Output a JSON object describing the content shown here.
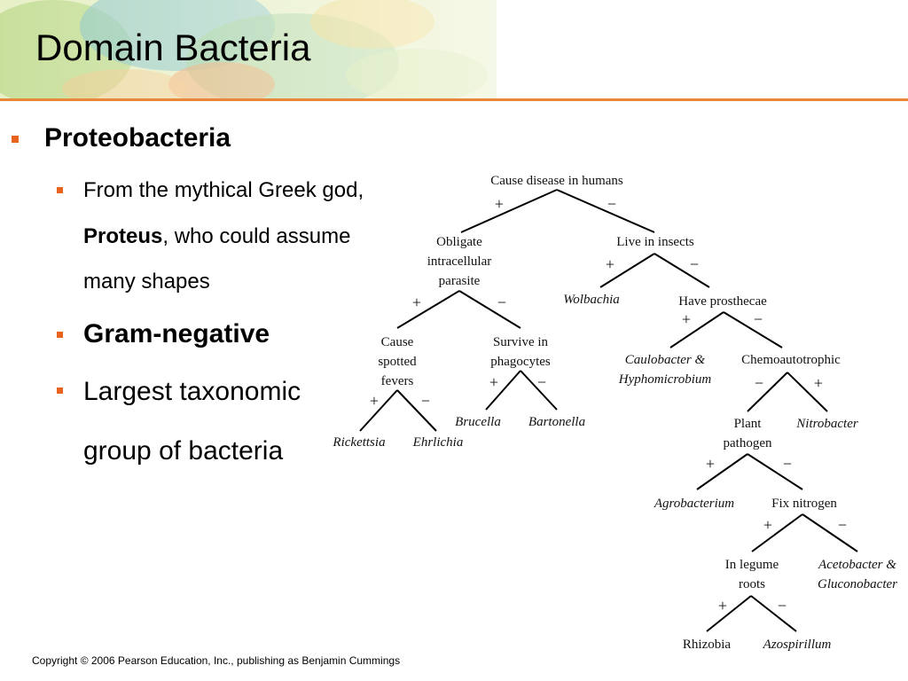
{
  "slide": {
    "title": "Domain Bacteria",
    "footer": "Copyright © 2006 Pearson Education, Inc., publishing as Benjamin Cummings"
  },
  "bullets": {
    "b1": "Proteobacteria",
    "b2_line1": "From the mythical Greek god,",
    "b2_bold": "Proteus",
    "b2_rest": ", who could assume",
    "b2_line3": "many shapes",
    "b3": "Gram-negative",
    "b4_line1": "Largest taxonomic",
    "b4_line2": "group of bacteria"
  },
  "tree": {
    "plus": "+",
    "minus": "−",
    "nodes": {
      "root": "Cause disease in humans",
      "obligate": [
        "Obligate",
        "intracellular",
        "parasite"
      ],
      "insects": "Live in insects",
      "spotted": [
        "Cause",
        "spotted",
        "fevers"
      ],
      "phagocytes": [
        "Survive in",
        "phagocytes"
      ],
      "wolbachia": "Wolbachia",
      "prosthecae": "Have prosthecae",
      "rickettsia": "Rickettsia",
      "ehrlichia": "Ehrlichia",
      "brucella": "Brucella",
      "bartonella": "Bartonella",
      "caulobacter": [
        "Caulobacter &",
        "Hyphomicrobium"
      ],
      "chemo": "Chemoautotrophic",
      "plant": [
        "Plant",
        "pathogen"
      ],
      "nitrobacter": "Nitrobacter",
      "agrobacterium": "Agrobacterium",
      "fixnitrogen": "Fix nitrogen",
      "legume": [
        "In legume",
        "roots"
      ],
      "acetobacter": [
        "Acetobacter &",
        "Gluconobacter"
      ],
      "rhizobia": "Rhizobia",
      "azospirillum": "Azospirillum"
    }
  }
}
